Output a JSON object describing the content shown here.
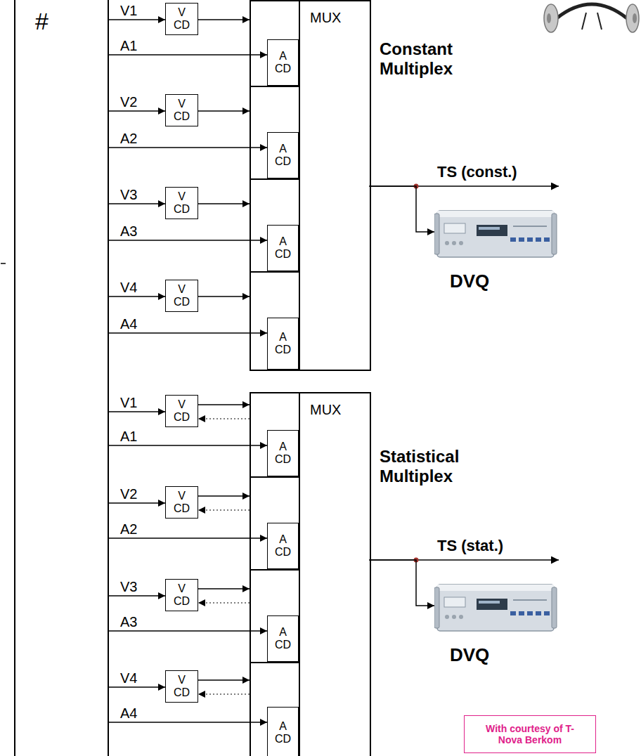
{
  "diagram": {
    "nodes": [
      {
        "text": [
          "#"
        ]
      },
      {
        "text": [
          "MUX"
        ]
      },
      {
        "text": [
          "V CD"
        ]
      },
      {
        "text": [
          "A CD"
        ],
        "in": 1
      },
      {
        "text": [
          "V CD"
        ]
      },
      {
        "text": [
          "A CD"
        ],
        "in": 1
      },
      {
        "text": [
          "V CD"
        ]
      },
      {
        "text": [
          "A CD"
        ],
        "in": 1
      },
      {
        "text": [
          "V CD"
        ]
      },
      {
        "text": [
          "A CD"
        ],
        "in": 1
      },
      {
        "text": [
          "DVQ"
        ]
      },
      {
        "text": [
          "MUX"
        ]
      },
      {
        "text": [
          "V CD"
        ]
      },
      {
        "text": [
          "A CD"
        ],
        "in": 11
      },
      {
        "text": [
          "V CD"
        ]
      },
      {
        "text": [
          "A CD"
        ],
        "in": 11
      },
      {
        "text": [
          "V CD"
        ]
      },
      {
        "text": [
          "A CD"
        ],
        "in": 11
      },
      {
        "text": [
          "V CD"
        ]
      },
      {
        "text": [
          "A CD"
        ],
        "in": 11
      },
      {
        "text": [
          "DVQ"
        ]
      },
      {
        "text": [
          "With courtesy of T- Nova Berkom"
        ]
      }
    ],
    "edges": [
      {
        "from": 0,
        "to": 2,
        "arrow": "to",
        "label": "V1"
      },
      {
        "from": 0,
        "to": 3,
        "arrow": "to",
        "label": "A1"
      },
      {
        "from": 0,
        "to": 4,
        "arrow": "to",
        "label": "V2"
      },
      {
        "from": 0,
        "to": 5,
        "arrow": "to",
        "label": "A2"
      },
      {
        "from": 0,
        "to": 6,
        "arrow": "to",
        "label": "V3"
      },
      {
        "from": 0,
        "to": 7,
        "arrow": "to",
        "label": "A3"
      },
      {
        "from": 0,
        "to": 8,
        "arrow": "to",
        "label": "V4"
      },
      {
        "from": 0,
        "to": 9,
        "arrow": "to",
        "label": "A4"
      },
      {
        "from": 2,
        "to": 1,
        "arrow": "to"
      },
      {
        "from": 4,
        "to": 1,
        "arrow": "to"
      },
      {
        "from": 6,
        "to": 1,
        "arrow": "to"
      },
      {
        "from": 8,
        "to": 1,
        "arrow": "to"
      },
      {
        "from": 1,
        "to": 10,
        "arrow": "to"
      },
      {
        "from": 0,
        "to": 12,
        "arrow": "to",
        "label": "V1"
      },
      {
        "from": 0,
        "to": 13,
        "arrow": "to",
        "label": "A1"
      },
      {
        "from": 0,
        "to": 14,
        "arrow": "to",
        "label": "V2"
      },
      {
        "from": 0,
        "to": 15,
        "arrow": "to",
        "label": "A2"
      },
      {
        "from": 0,
        "to": 16,
        "arrow": "to",
        "label": "V3"
      },
      {
        "from": 0,
        "to": 17,
        "arrow": "to",
        "label": "A3"
      },
      {
        "from": 0,
        "to": 18,
        "arrow": "to",
        "label": "V4"
      },
      {
        "from": 0,
        "to": 19,
        "arrow": "to",
        "label": "A4"
      },
      {
        "from": 12,
        "to": 11,
        "arrow": "to"
      },
      {
        "from": 14,
        "to": 11,
        "arrow": "to"
      },
      {
        "from": 16,
        "to": 11,
        "arrow": "to"
      },
      {
        "from": 18,
        "to": 11,
        "arrow": "to"
      },
      {
        "from": 11,
        "to": 12,
        "arrow": "to"
      },
      {
        "from": 11,
        "to": 14,
        "arrow": "to"
      },
      {
        "from": 11,
        "to": 16,
        "arrow": "to"
      },
      {
        "from": 11,
        "to": 18,
        "arrow": "to"
      },
      {
        "from": 11,
        "to": 20,
        "arrow": "to"
      }
    ],
    "labels": [
      "Constant Multiplex",
      "TS (const.)",
      "Statistical Multiplex",
      "TS (stat.)"
    ]
  }
}
